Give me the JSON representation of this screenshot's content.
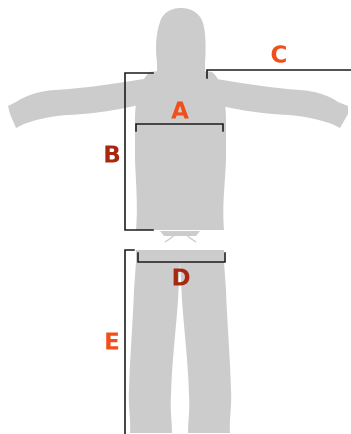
{
  "labels": {
    "a": "A",
    "b": "B",
    "c": "C",
    "d": "D",
    "e": "E"
  },
  "colors": {
    "silhouette": "#cccccc",
    "line": "#1a1a1a",
    "label_orange": "#f04e1a",
    "label_dark_red": "#a8280f"
  }
}
